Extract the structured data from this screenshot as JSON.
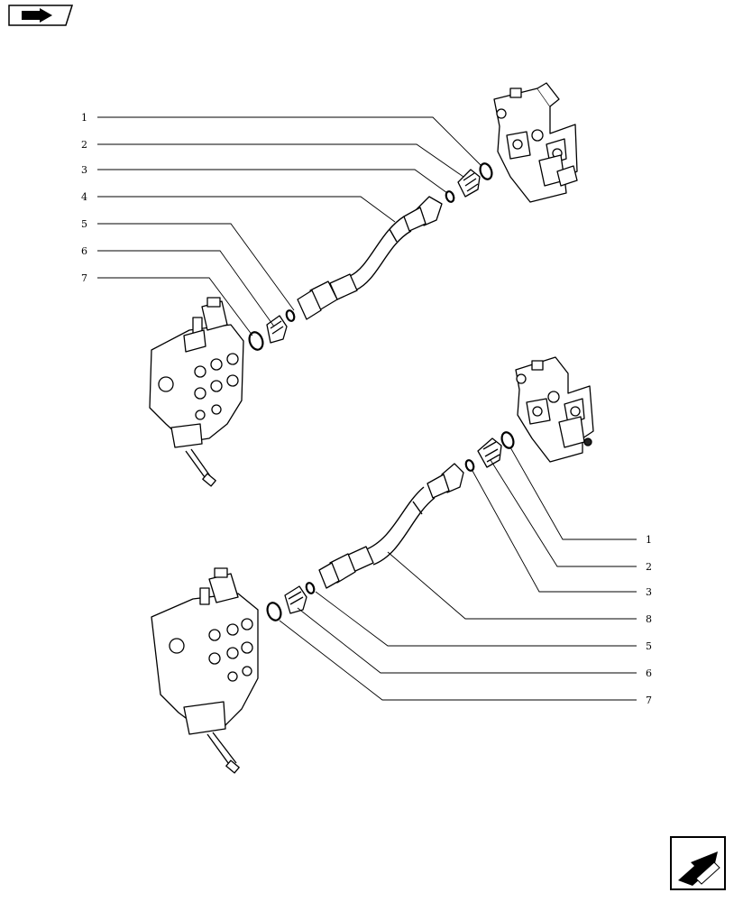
{
  "callouts_upper": [
    "1",
    "2",
    "3",
    "4",
    "5",
    "6",
    "7"
  ],
  "callouts_lower": [
    "1",
    "2",
    "3",
    "8",
    "5",
    "6",
    "7"
  ],
  "icons": {
    "top_left": "book-arrow-icon",
    "bottom_right": "back-arrow-icon"
  }
}
